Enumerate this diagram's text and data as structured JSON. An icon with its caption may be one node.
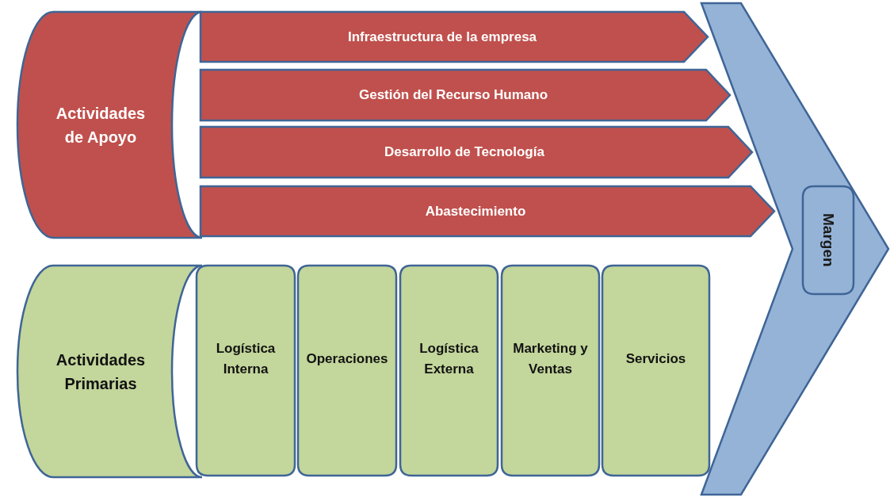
{
  "diagram": {
    "nodes": [
      {
        "text": [
          "Actividades de Apoyo"
        ]
      },
      {
        "text": [
          "Infraestructura de la empresa"
        ]
      },
      {
        "text": [
          "Gestión del Recurso Humano"
        ]
      },
      {
        "text": [
          "Desarrollo de Tecnología"
        ]
      },
      {
        "text": [
          "Abastecimiento"
        ]
      },
      {
        "text": [
          "Actividades Primarias"
        ]
      },
      {
        "text": [
          "Logística Interna"
        ]
      },
      {
        "text": [
          "Operaciones"
        ]
      },
      {
        "text": [
          "Logística Externa"
        ]
      },
      {
        "text": [
          "Marketing y Ventas"
        ]
      },
      {
        "text": [
          "Servicios"
        ]
      },
      {
        "text": [],
        "shape": "chevron"
      },
      {
        "text": [
          "Margen"
        ],
        "in": 11
      }
    ]
  }
}
